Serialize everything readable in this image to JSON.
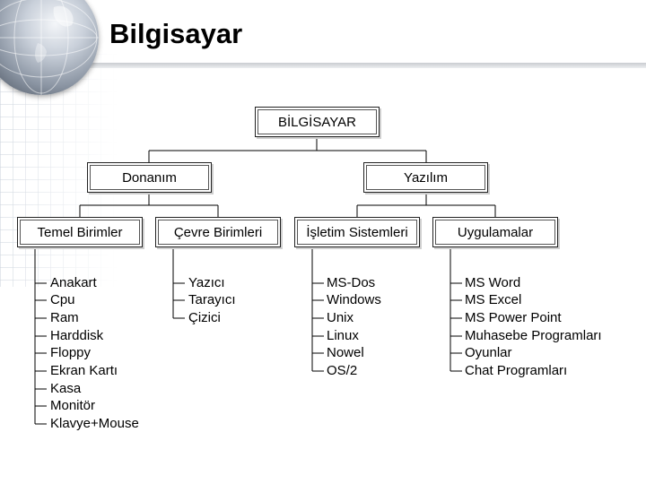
{
  "title": "Bilgisayar",
  "root": "BİLGİSAYAR",
  "level1": [
    "Donanım",
    "Yazılım"
  ],
  "level2": [
    "Temel Birimler",
    "Çevre Birimleri",
    "İşletim Sistemleri",
    "Uygulamalar"
  ],
  "temel_birimler": [
    "Anakart",
    "Cpu",
    "Ram",
    "Harddisk",
    "Floppy",
    "Ekran Kartı",
    "Kasa",
    "Monitör",
    "Klavye+Mouse"
  ],
  "cevre_birimleri": [
    "Yazıcı",
    "Tarayıcı",
    "Çizici"
  ],
  "isletim_sistemleri": [
    "MS-Dos",
    "Windows",
    "Unix",
    "Linux",
    "Nowel",
    "OS/2"
  ],
  "uygulamalar": [
    "MS Word",
    "MS Excel",
    "MS Power Point",
    "Muhasebe Programları",
    "Oyunlar",
    "Chat Programları"
  ]
}
